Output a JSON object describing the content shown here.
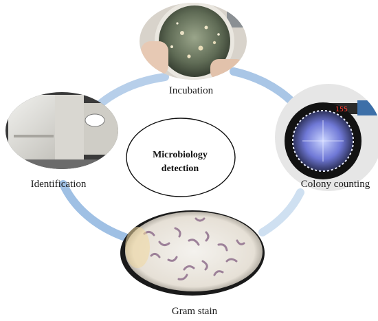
{
  "diagram": {
    "center": {
      "line1": "Microbiology",
      "line2": "detection"
    },
    "steps": [
      {
        "id": "incubation",
        "label": "Incubation",
        "image": "petri-dish-photo"
      },
      {
        "id": "colony_counting",
        "label": "Colony counting",
        "image": "colony-counter-photo"
      },
      {
        "id": "gram_stain",
        "label": "Gram stain",
        "image": "microscope-slide-photo"
      },
      {
        "id": "identification",
        "label": "Identification",
        "image": "analyzer-instrument-photo"
      }
    ],
    "colors": {
      "ring_light": "#c9dcef",
      "ring_mid": "#a9c6e6",
      "ring_dark": "#8fb4dd",
      "center_outline": "#111111"
    }
  }
}
